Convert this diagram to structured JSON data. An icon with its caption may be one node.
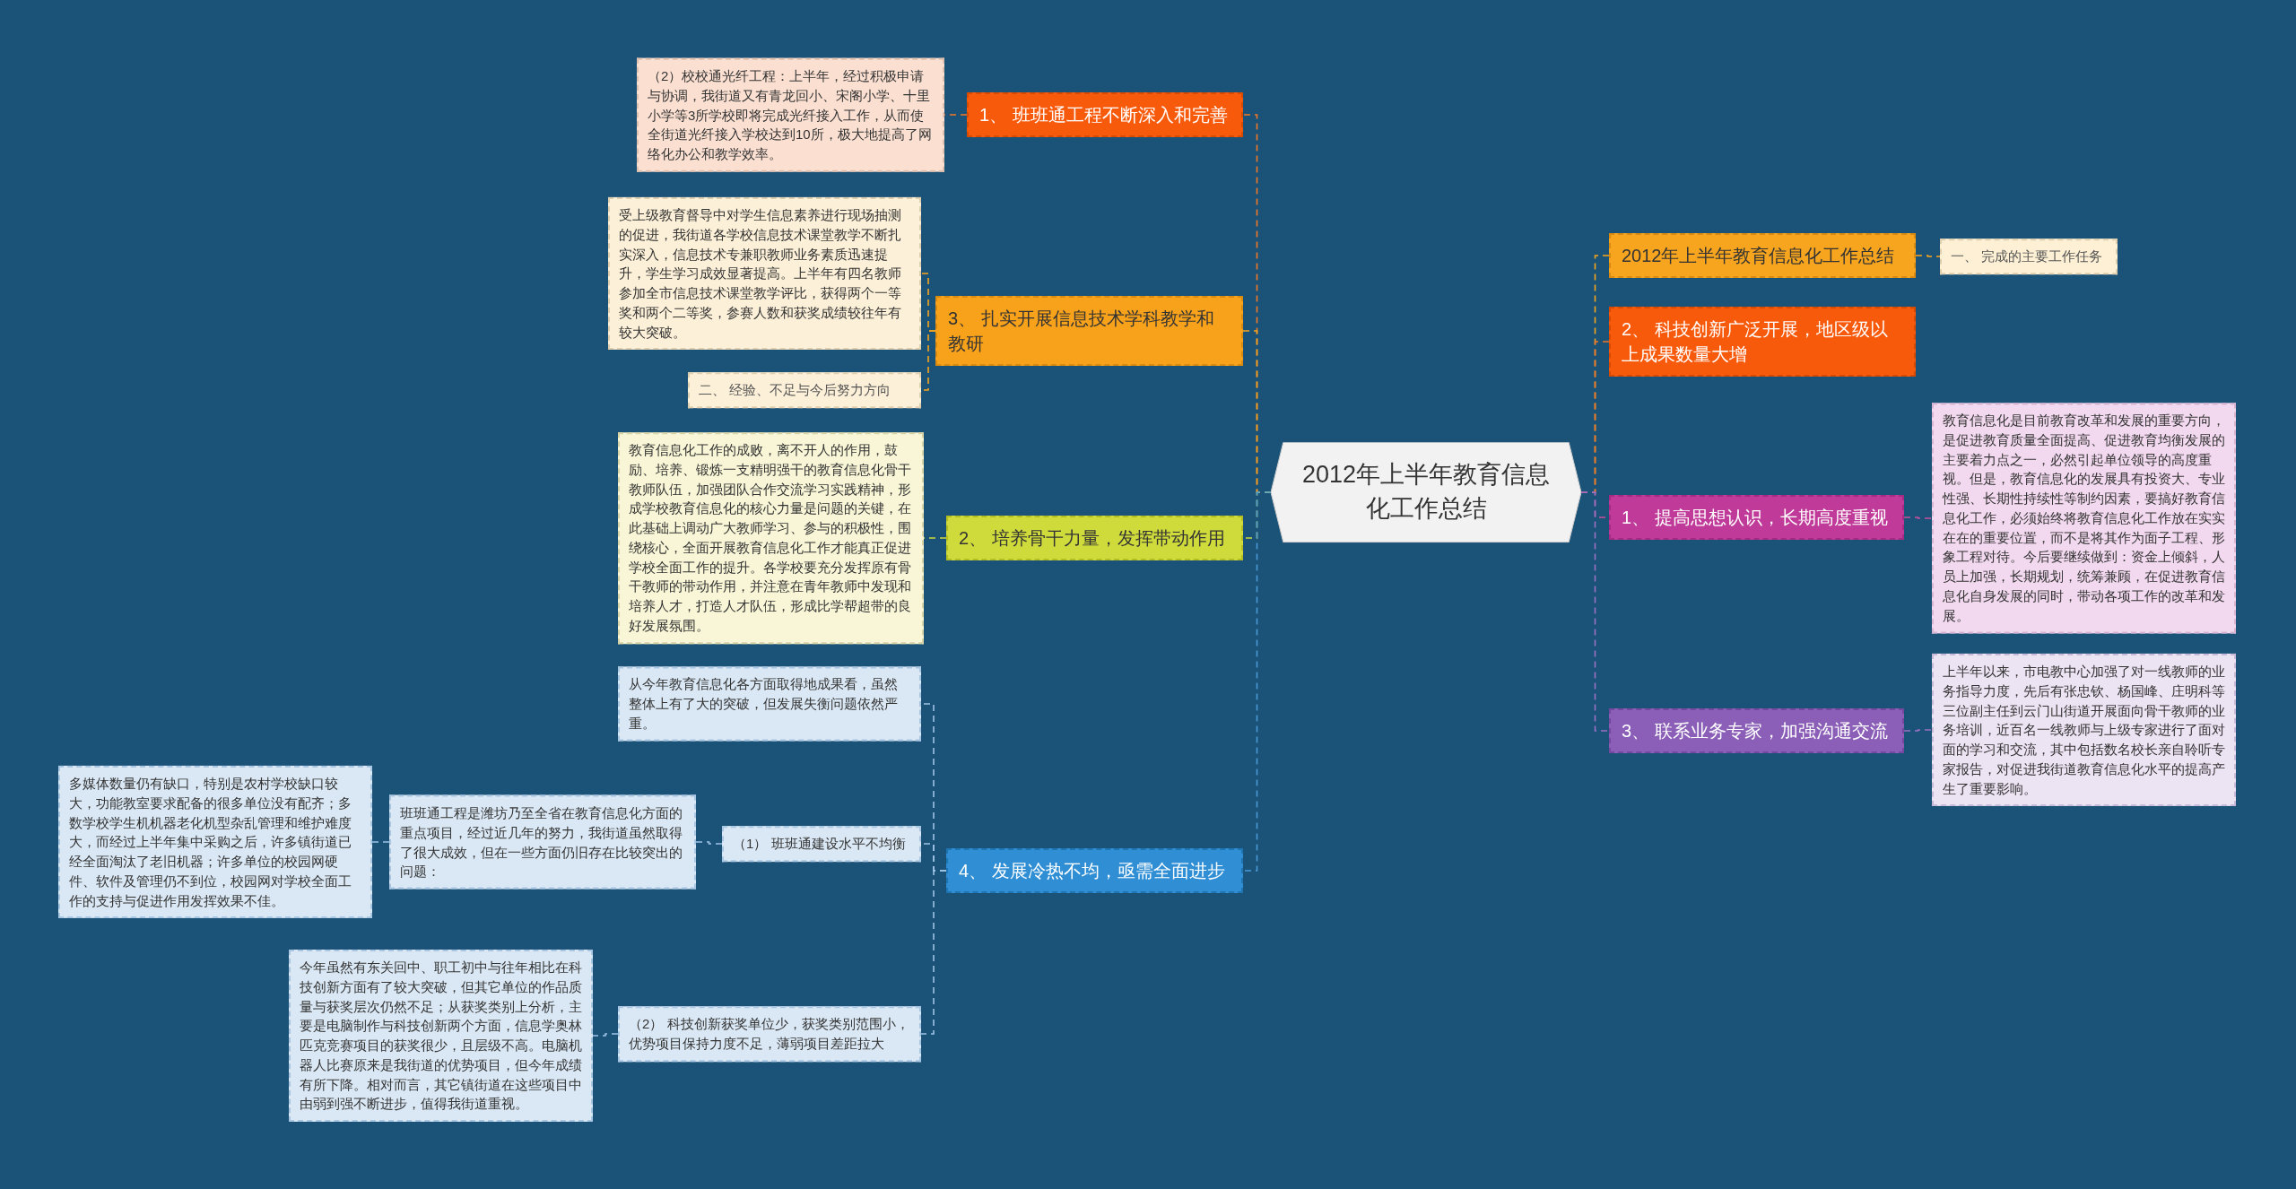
{
  "diagram": {
    "nodes": [
      {
        "text": [
          "2012年上半年教育信息化工作总结"
        ]
      },
      {
        "text": [
          "2012年上半年教育信息化工作总结"
        ]
      },
      {
        "text": [
          "一、 完成的主要工作任务"
        ]
      },
      {
        "text": [
          "2、 科技创新广泛开展，地区级以上成果数量大增"
        ]
      },
      {
        "text": [
          "1、 提高思想认识，长期高度重视"
        ]
      },
      {
        "text": [
          "教育信息化是目前教育改革和发展的重要方向，是促进教育质量全面提高、促进教育均衡发展的主要着力点之一，必然引起单位领导的高度重视。但是，教育信息化的发展具有投资大、专业性强、长期性持续性等制约因素，要搞好教育信息化工作，必须始终将教育信息化工作放在实实在在的重要位置，而不是将其作为面子工程、形象工程对待。今后要继续做到：资金上倾斜，人员上加强，长期规划，统筹兼顾，在促进教育信息化自身发展的同时，带动各项工作的改革和发展。"
        ]
      },
      {
        "text": [
          "3、 联系业务专家，加强沟通交流"
        ]
      },
      {
        "text": [
          "上半年以来，市电教中心加强了对一线教师的业务指导力度，先后有张忠钦、杨国峰、庄明科等三位副主任到云门山街道开展面向骨干教师的业务培训，近百名一线教师与上级专家进行了面对面的学习和交流，其中包括数名校长亲自聆听专家报告，对促进我街道教育信息化水平的提高产生了重要影响。"
        ]
      },
      {
        "text": [
          "1、 班班通工程不断深入和完善"
        ]
      },
      {
        "text": [
          "（2）校校通光纤工程：上半年，经过积极申请与协调，我街道又有青龙回小、宋阁小学、十里小学等3所学校即将完成光纤接入工作，从而使全街道光纤接入学校达到10所，极大地提高了网络化办公和教学效率。"
        ]
      },
      {
        "text": [
          "3、 扎实开展信息技术学科教学和教研"
        ]
      },
      {
        "text": [
          "受上级教育督导中对学生信息素养进行现场抽测的促进，我街道各学校信息技术课堂教学不断扎实深入，信息技术专兼职教师业务素质迅速提升，学生学习成效显著提高。上半年有四名教师参加全市信息技术课堂教学评比，获得两个一等奖和两个二等奖，参赛人数和获奖成绩较往年有较大突破。"
        ]
      },
      {
        "text": [
          "二、 经验、不足与今后努力方向"
        ]
      },
      {
        "text": [
          "2、 培养骨干力量，发挥带动作用"
        ]
      },
      {
        "text": [
          "教育信息化工作的成败，离不开人的作用，鼓励、培养、锻炼一支精明强干的教育信息化骨干教师队伍，加强团队合作交流学习实践精神，形成学校教育信息化的核心力量是问题的关键，在此基础上调动广大教师学习、参与的积极性，围绕核心，全面开展教育信息化工作才能真正促进学校全面工作的提升。各学校要充分发挥原有骨干教师的带动作用，并注意在青年教师中发现和培养人才，打造人才队伍，形成比学帮超带的良好发展氛围。"
        ]
      },
      {
        "text": [
          "4、 发展冷热不均，亟需全面进步"
        ]
      },
      {
        "text": [
          "从今年教育信息化各方面取得地成果看，虽然整体上有了大的突破，但发展失衡问题依然严重。"
        ]
      },
      {
        "text": [
          "（1） 班班通建设水平不均衡"
        ]
      },
      {
        "text": [
          "班班通工程是潍坊乃至全省在教育信息化方面的重点项目，经过近几年的努力，我街道虽然取得了很大成效，但在一些方面仍旧存在比较突出的问题："
        ]
      },
      {
        "text": [
          "多媒体数量仍有缺口，特别是农村学校缺口较大，功能教室要求配备的很多单位没有配齐；多数学校学生机机器老化机型杂乱管理和维护难度大，而经过上半年集中采购之后，许多镇街道已经全面淘汰了老旧机器；许多单位的校园网硬件、软件及管理仍不到位，校园网对学校全面工作的支持与促进作用发挥效果不佳。"
        ]
      },
      {
        "text": [
          "（2） 科技创新获奖单位少，获奖类别范围小，优势项目保持力度不足，薄弱项目差距拉大"
        ]
      },
      {
        "text": [
          "今年虽然有东关回中、职工初中与往年相比在科技创新方面有了较大突破，但其它单位的作品质量与获奖层次仍然不足；从获奖类别上分析，主要是电脑制作与科技创新两个方面，信息学奥林匹克竞赛项目的获奖很少，且层级不高。电脑机器人比赛原来是我街道的优势项目，但今年成绩有所下降。相对而言，其它镇街道在这些项目中由弱到强不断进步，值得我街道重视。"
        ]
      }
    ],
    "edges": [
      {
        "from": 0,
        "to": 1,
        "arrow": "none",
        "style": "dashed",
        "color": "#f7a51e"
      },
      {
        "from": 0,
        "to": 3,
        "arrow": "none",
        "style": "dashed",
        "color": "#f0782a"
      },
      {
        "from": 0,
        "to": 4,
        "arrow": "none",
        "style": "dashed",
        "color": "#c8509f"
      },
      {
        "from": 0,
        "to": 6,
        "arrow": "none",
        "style": "dashed",
        "color": "#9b72c4"
      },
      {
        "from": 1,
        "to": 2,
        "arrow": "none",
        "style": "dashed",
        "color": "#f7a51e"
      },
      {
        "from": 4,
        "to": 5,
        "arrow": "none",
        "style": "dashed",
        "color": "#c8509f"
      },
      {
        "from": 6,
        "to": 7,
        "arrow": "none",
        "style": "dashed",
        "color": "#9b72c4"
      },
      {
        "from": 0,
        "to": 8,
        "arrow": "none",
        "style": "dashed",
        "color": "#f0782a"
      },
      {
        "from": 8,
        "to": 9,
        "arrow": "none",
        "style": "dashed",
        "color": "#f0782a"
      },
      {
        "from": 0,
        "to": 10,
        "arrow": "none",
        "style": "dashed",
        "color": "#f7a51e"
      },
      {
        "from": 10,
        "to": 11,
        "arrow": "none",
        "style": "dashed",
        "color": "#f7a51e"
      },
      {
        "from": 10,
        "to": 12,
        "arrow": "none",
        "style": "dashed",
        "color": "#f7a51e"
      },
      {
        "from": 0,
        "to": 13,
        "arrow": "none",
        "style": "dashed",
        "color": "#cfdb3b"
      },
      {
        "from": 13,
        "to": 14,
        "arrow": "none",
        "style": "dashed",
        "color": "#cfdb3b"
      },
      {
        "from": 0,
        "to": 15,
        "arrow": "none",
        "style": "dashed",
        "color": "#4a9ad8"
      },
      {
        "from": 15,
        "to": 16,
        "arrow": "none",
        "style": "dashed",
        "color": "#9ec3e6"
      },
      {
        "from": 15,
        "to": 17,
        "arrow": "none",
        "style": "dashed",
        "color": "#9ec3e6"
      },
      {
        "from": 17,
        "to": 18,
        "arrow": "none",
        "style": "dashed",
        "color": "#9ec3e6"
      },
      {
        "from": 18,
        "to": 19,
        "arrow": "none",
        "style": "dashed",
        "color": "#9ec3e6"
      },
      {
        "from": 15,
        "to": 20,
        "arrow": "none",
        "style": "dashed",
        "color": "#9ec3e6"
      },
      {
        "from": 20,
        "to": 21,
        "arrow": "none",
        "style": "dashed",
        "color": "#9ec3e6"
      }
    ]
  }
}
